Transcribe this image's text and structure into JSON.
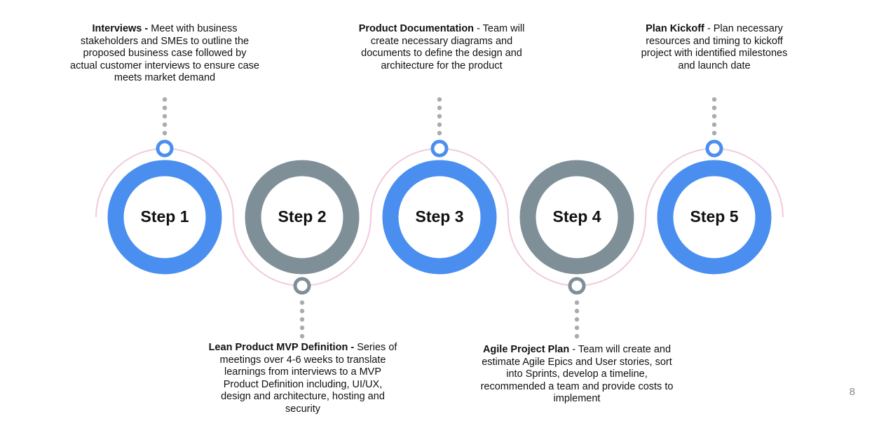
{
  "steps": [
    {
      "label": "Step 1",
      "title": "Interviews -",
      "description": "Meet with business stakeholders and SMEs to outline the proposed business case followed by actual customer interviews to ensure case meets market demand",
      "color": "#4a8ff0"
    },
    {
      "label": "Step 2",
      "title": "Lean Product MVP Definition -",
      "description": "Series of meetings over 4-6 weeks to translate learnings from interviews to a MVP Product Definition including, UI/UX, design and architecture, hosting and security",
      "color": "#7f8f98"
    },
    {
      "label": "Step 3",
      "title": "Product Documentation",
      "description": "- Team will create necessary diagrams and documents to define the design and architecture for the product",
      "color": "#4a8ff0"
    },
    {
      "label": "Step 4",
      "title": "Agile Project Plan",
      "description": "- Team will create and estimate Agile Epics and User stories, sort into Sprints, develop a timeline, recommended a team and provide costs to implement",
      "color": "#7f8f98"
    },
    {
      "label": "Step 5",
      "title": "Plan Kickoff",
      "description": "- Plan necessary resources and timing to kickoff project with identified milestones and launch date",
      "color": "#4a8ff0"
    }
  ],
  "connector_color": "#f2c9dc",
  "dot_color": "#a7acb0",
  "page_number": "8"
}
